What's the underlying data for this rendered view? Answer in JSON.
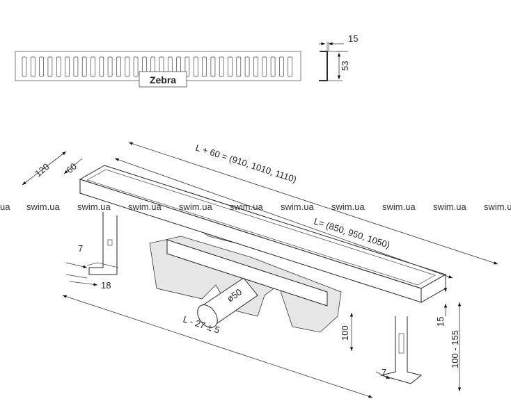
{
  "grate": {
    "name": "Zebra",
    "slot_count": 32,
    "profile_width": "15",
    "profile_height": "53"
  },
  "dimensions": {
    "width_outer": "120",
    "width_inner": "60",
    "total_length": "L + 60 = (910, 1010, 1110)",
    "length": "L= (850, 950, 1050)",
    "bracket_hole": "7",
    "bracket_width": "18",
    "pipe_diameter": "ø50",
    "install_length": "L - 27 ± 5",
    "outlet_height": "100",
    "grate_thickness": "15",
    "height_range": "100 - 155",
    "foot_hole": "7"
  },
  "watermark": [
    "ua",
    "swim.ua",
    "swim.ua",
    "swim.ua",
    "swim.ua",
    "swim.ua",
    "swim.ua",
    "swim.ua",
    "swim.ua",
    "swim.ua",
    "swim.ua"
  ]
}
